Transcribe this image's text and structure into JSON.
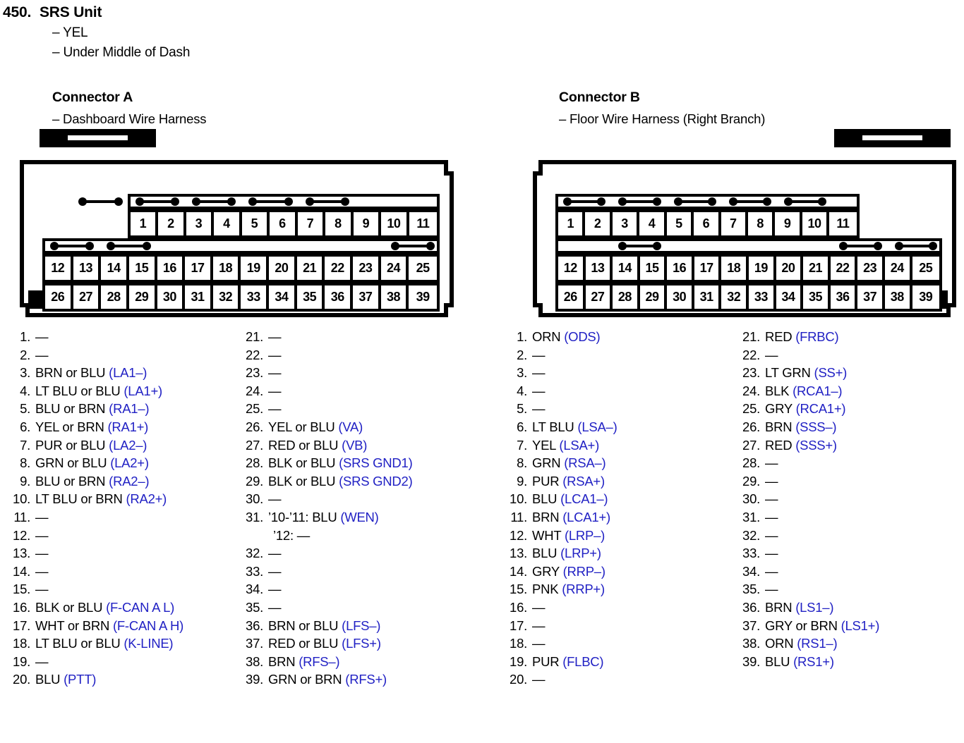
{
  "header": {
    "number": "450.",
    "title": "SRS Unit",
    "sub_lines": [
      "– YEL",
      "– Under Middle of Dash"
    ]
  },
  "connectors": [
    {
      "id": "a",
      "title": "Connector A",
      "subtitle": "– Dashboard Wire Harness",
      "diagram": {
        "tab_side": "left",
        "notch_side": "right",
        "foot_bar_side": "left",
        "top_row_pins": [
          "1",
          "2",
          "3",
          "4",
          "5",
          "6",
          "7",
          "8",
          "9",
          "10",
          "11"
        ],
        "middle_row_pins": [
          "12",
          "13",
          "14",
          "15",
          "16",
          "17",
          "18",
          "19",
          "20",
          "21",
          "22",
          "23",
          "24",
          "25"
        ],
        "bottom_row_pins": [
          "26",
          "27",
          "28",
          "29",
          "30",
          "31",
          "32",
          "33",
          "34",
          "35",
          "36",
          "37",
          "38",
          "39"
        ],
        "top_band_marks": [
          [
            2,
            3
          ],
          [
            4,
            5
          ],
          [
            6,
            7
          ],
          [
            8,
            9
          ],
          [
            10,
            11
          ]
        ],
        "middle_band_marks": [
          [
            12,
            13
          ],
          [
            14,
            15
          ],
          [
            24,
            25
          ]
        ]
      },
      "pins": [
        {
          "n": "1.",
          "wire": "—"
        },
        {
          "n": "2.",
          "wire": "—"
        },
        {
          "n": "3.",
          "wire": "BRN or BLU",
          "code": "(LA1–)"
        },
        {
          "n": "4.",
          "wire": "LT BLU or BLU",
          "code": "(LA1+)"
        },
        {
          "n": "5.",
          "wire": "BLU or BRN",
          "code": "(RA1–)"
        },
        {
          "n": "6.",
          "wire": "YEL or BRN",
          "code": "(RA1+)"
        },
        {
          "n": "7.",
          "wire": "PUR or BLU",
          "code": "(LA2–)"
        },
        {
          "n": "8.",
          "wire": "GRN or BLU",
          "code": "(LA2+)"
        },
        {
          "n": "9.",
          "wire": "BLU or BRN",
          "code": "(RA2–)"
        },
        {
          "n": "10.",
          "wire": "LT BLU or BRN",
          "code": "(RA2+)"
        },
        {
          "n": "11.",
          "wire": "—"
        },
        {
          "n": "12.",
          "wire": "—"
        },
        {
          "n": "13.",
          "wire": "—"
        },
        {
          "n": "14.",
          "wire": "—"
        },
        {
          "n": "15.",
          "wire": "—"
        },
        {
          "n": "16.",
          "wire": "BLK or BLU",
          "code": "(F-CAN A L)"
        },
        {
          "n": "17.",
          "wire": "WHT or BRN",
          "code": "(F-CAN A H)"
        },
        {
          "n": "18.",
          "wire": "LT BLU or BLU",
          "code": "(K-LINE)"
        },
        {
          "n": "19.",
          "wire": "—"
        },
        {
          "n": "20.",
          "wire": "BLU",
          "code": "(PTT)"
        },
        {
          "n": "21.",
          "wire": "—"
        },
        {
          "n": "22.",
          "wire": "—"
        },
        {
          "n": "23.",
          "wire": "—"
        },
        {
          "n": "24.",
          "wire": "—"
        },
        {
          "n": "25.",
          "wire": "—"
        },
        {
          "n": "26.",
          "wire": "YEL or BLU",
          "code": "(VA)"
        },
        {
          "n": "27.",
          "wire": "RED or BLU",
          "code": "(VB)"
        },
        {
          "n": "28.",
          "wire": "BLK or BLU",
          "code": "(SRS GND1)"
        },
        {
          "n": "29.",
          "wire": "BLK or BLU",
          "code": "(SRS GND2)"
        },
        {
          "n": "30.",
          "wire": "—"
        },
        {
          "n": "31.",
          "wire": "’10-’11: BLU",
          "code": "(WEN)",
          "sub": "’12: —"
        },
        {
          "n": "32.",
          "wire": "—"
        },
        {
          "n": "33.",
          "wire": "—"
        },
        {
          "n": "34.",
          "wire": "—"
        },
        {
          "n": "35.",
          "wire": "—"
        },
        {
          "n": "36.",
          "wire": "BRN or BLU",
          "code": "(LFS–)"
        },
        {
          "n": "37.",
          "wire": "RED or BLU",
          "code": "(LFS+)"
        },
        {
          "n": "38.",
          "wire": "BRN",
          "code": "(RFS–)"
        },
        {
          "n": "39.",
          "wire": "GRN or BRN",
          "code": "(RFS+)"
        }
      ]
    },
    {
      "id": "b",
      "title": "Connector B",
      "subtitle": "– Floor Wire Harness (Right Branch)",
      "diagram": {
        "tab_side": "right",
        "notch_side": "left",
        "foot_bar_side": "right",
        "top_row_pins": [
          "1",
          "2",
          "3",
          "4",
          "5",
          "6",
          "7",
          "8",
          "9",
          "10",
          "11"
        ],
        "middle_row_pins": [
          "12",
          "13",
          "14",
          "15",
          "16",
          "17",
          "18",
          "19",
          "20",
          "21",
          "22",
          "23",
          "24",
          "25"
        ],
        "bottom_row_pins": [
          "26",
          "27",
          "28",
          "29",
          "30",
          "31",
          "32",
          "33",
          "34",
          "35",
          "36",
          "37",
          "38",
          "39"
        ],
        "top_band_marks": [
          [
            1,
            2
          ],
          [
            3,
            4
          ],
          [
            5,
            6
          ],
          [
            7,
            8
          ],
          [
            9,
            10
          ]
        ],
        "middle_band_marks": [
          [
            14,
            15
          ],
          [
            22,
            23
          ],
          [
            24,
            25
          ]
        ]
      },
      "pins": [
        {
          "n": "1.",
          "wire": "ORN",
          "code": "(ODS)"
        },
        {
          "n": "2.",
          "wire": "—"
        },
        {
          "n": "3.",
          "wire": "—"
        },
        {
          "n": "4.",
          "wire": "—"
        },
        {
          "n": "5.",
          "wire": "—"
        },
        {
          "n": "6.",
          "wire": "LT BLU",
          "code": "(LSA–)"
        },
        {
          "n": "7.",
          "wire": "YEL",
          "code": "(LSA+)"
        },
        {
          "n": "8.",
          "wire": "GRN",
          "code": "(RSA–)"
        },
        {
          "n": "9.",
          "wire": "PUR",
          "code": "(RSA+)"
        },
        {
          "n": "10.",
          "wire": "BLU",
          "code": "(LCA1–)"
        },
        {
          "n": "11.",
          "wire": "BRN",
          "code": "(LCA1+)"
        },
        {
          "n": "12.",
          "wire": "WHT",
          "code": "(LRP–)"
        },
        {
          "n": "13.",
          "wire": "BLU",
          "code": "(LRP+)"
        },
        {
          "n": "14.",
          "wire": "GRY",
          "code": "(RRP–)"
        },
        {
          "n": "15.",
          "wire": "PNK",
          "code": "(RRP+)"
        },
        {
          "n": "16.",
          "wire": "—"
        },
        {
          "n": "17.",
          "wire": "—"
        },
        {
          "n": "18.",
          "wire": "—"
        },
        {
          "n": "19.",
          "wire": "PUR",
          "code": "(FLBC)"
        },
        {
          "n": "20.",
          "wire": "—"
        },
        {
          "n": "21.",
          "wire": "RED",
          "code": "(FRBC)"
        },
        {
          "n": "22.",
          "wire": "—"
        },
        {
          "n": "23.",
          "wire": "LT GRN",
          "code": "(SS+)"
        },
        {
          "n": "24.",
          "wire": "BLK",
          "code": "(RCA1–)"
        },
        {
          "n": "25.",
          "wire": "GRY",
          "code": "(RCA1+)"
        },
        {
          "n": "26.",
          "wire": "BRN",
          "code": "(SSS–)"
        },
        {
          "n": "27.",
          "wire": "RED",
          "code": "(SSS+)"
        },
        {
          "n": "28.",
          "wire": "—"
        },
        {
          "n": "29.",
          "wire": "—"
        },
        {
          "n": "30.",
          "wire": "—"
        },
        {
          "n": "31.",
          "wire": "—"
        },
        {
          "n": "32.",
          "wire": "—"
        },
        {
          "n": "33.",
          "wire": "—"
        },
        {
          "n": "34.",
          "wire": "—"
        },
        {
          "n": "35.",
          "wire": "—"
        },
        {
          "n": "36.",
          "wire": "BRN",
          "code": "(LS1–)"
        },
        {
          "n": "37.",
          "wire": "GRY or BRN",
          "code": "(LS1+)"
        },
        {
          "n": "38.",
          "wire": "ORN",
          "code": "(RS1–)"
        },
        {
          "n": "39.",
          "wire": "BLU",
          "code": "(RS1+)"
        }
      ]
    }
  ],
  "colors": {
    "code_blue": "#2121c4",
    "ink": "#000000",
    "paper": "#ffffff"
  }
}
